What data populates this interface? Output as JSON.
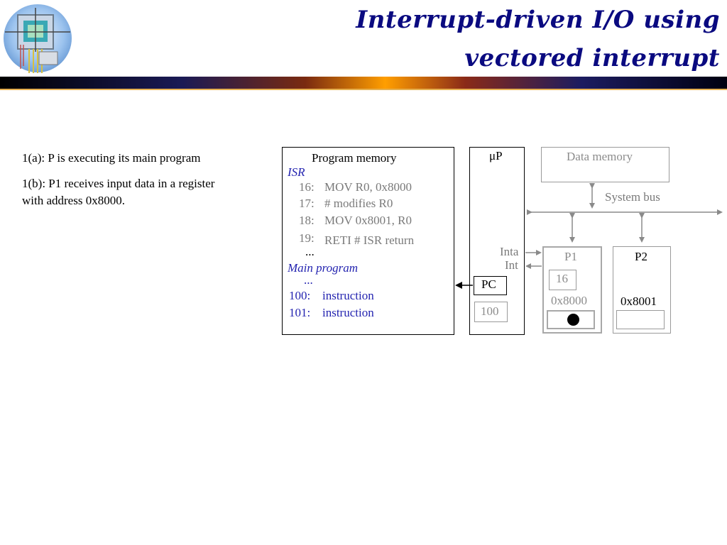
{
  "slide": {
    "title_line1": "Interrupt-driven I/O using",
    "title_line2": "vectored interrupt"
  },
  "description": {
    "step1a": "1(a): P is executing its main program",
    "step1b_line1": "1(b): P1 receives input data in a register",
    "step1b_line2": "with address 0x8000."
  },
  "program_memory": {
    "header": "Program memory",
    "isr_label": "ISR",
    "isr_lines": [
      {
        "addr": "16:",
        "code": "MOV R0, 0x8000"
      },
      {
        "addr": "17:",
        "code": "# modifies R0"
      },
      {
        "addr": "18:",
        "code": "MOV 0x8001, R0"
      },
      {
        "addr": "19:",
        "code": "RETI  # ISR return"
      }
    ],
    "ellipsis1": "...",
    "main_label": "Main program",
    "ellipsis2": "...",
    "main_lines": [
      {
        "addr": "100:",
        "code": "instruction"
      },
      {
        "addr": "101:",
        "code": "instruction"
      }
    ]
  },
  "processor": {
    "label": "μP",
    "pc_label": "PC",
    "pc_value": "100",
    "inta_label": "Inta",
    "int_label": "Int"
  },
  "data_memory": {
    "label": "Data memory"
  },
  "system_bus": {
    "label": "System bus"
  },
  "p1": {
    "label": "P1",
    "register_value": "16",
    "address": "0x8000"
  },
  "p2": {
    "label": "P2",
    "address": "0x8001"
  },
  "colors": {
    "title": "#0a0a80",
    "code_blue": "#2424b0",
    "dim_gray": "#8c8c8c"
  }
}
